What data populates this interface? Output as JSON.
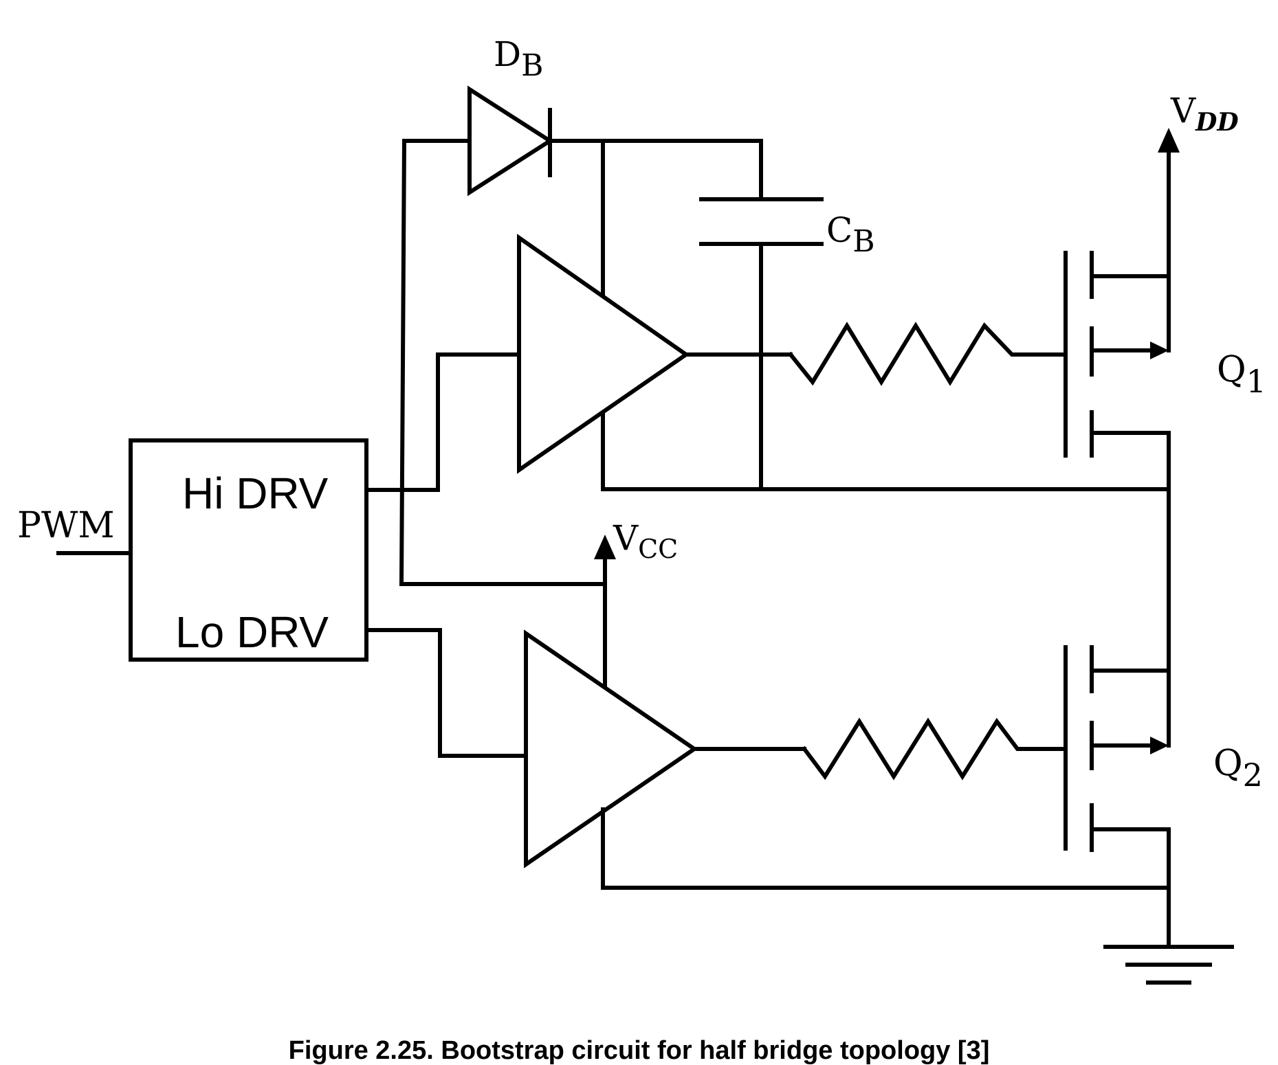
{
  "labels": {
    "pwm": "PWM",
    "hi_drv": "Hi DRV",
    "lo_drv": "Lo DRV",
    "diode_main": "D",
    "diode_sub": "B",
    "cap_main": "C",
    "cap_sub": "B",
    "vdd_main": "V",
    "vdd_sub": "DD",
    "vcc_main": "V",
    "vcc_sub": "CC",
    "q1_main": "Q",
    "q1_sub": "1",
    "q2_main": "Q",
    "q2_sub": "2"
  },
  "caption": "Figure 2.25. Bootstrap circuit for half bridge topology [3]"
}
